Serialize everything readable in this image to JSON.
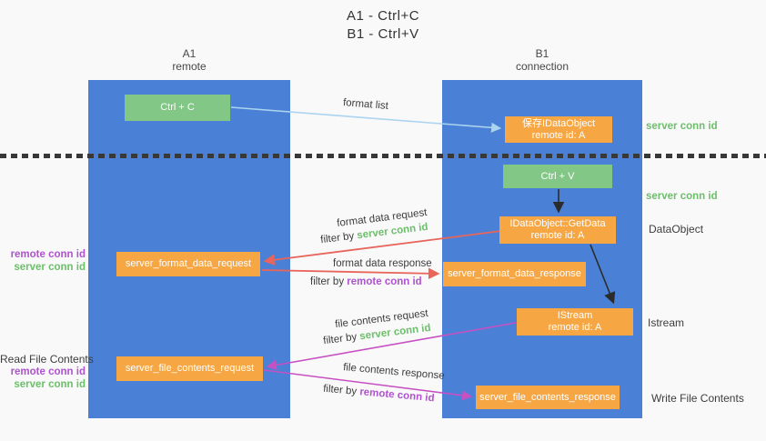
{
  "title": {
    "line1": "A1 - Ctrl+C",
    "line2": "B1 - Ctrl+V"
  },
  "lanes": {
    "left": {
      "name": "A1",
      "role": "remote"
    },
    "right": {
      "name": "B1",
      "role": "connection"
    }
  },
  "nodes": {
    "ctrl_c": {
      "label": "Ctrl + C"
    },
    "ctrl_v": {
      "label": "Ctrl + V"
    },
    "save_idataobject": {
      "line1": "保存IDataObject",
      "line2": "remote id: A"
    },
    "getdata": {
      "line1": "IDataObject::GetData",
      "line2": "remote id: A"
    },
    "istream": {
      "line1": "IStream",
      "line2": "remote id: A"
    },
    "server_format_data_request": {
      "label": "server_format_data_request"
    },
    "server_format_data_response": {
      "label": "server_format_data_response"
    },
    "server_file_contents_request": {
      "label": "server_file_contents_request"
    },
    "server_file_contents_response": {
      "label": "server_file_contents_response"
    }
  },
  "arrow_labels": {
    "format_list": "format list",
    "format_data_request": "format data request",
    "format_data_response": "format data response",
    "file_contents_request": "file contents request",
    "file_contents_response": "file contents response",
    "filter_by": "filter by",
    "server_conn_id": "server conn id",
    "remote_conn_id": "remote conn id"
  },
  "side_labels": {
    "left_top": {
      "remote": "remote conn id",
      "server": "server conn id"
    },
    "left_bottom": {
      "title": "Read File Contents",
      "remote": "remote conn id",
      "server": "server conn id"
    },
    "right": {
      "server_conn_id_top": "server conn id",
      "server_conn_id_mid": "server conn id",
      "dataobject": "DataObject",
      "istream": "Istream",
      "write_file_contents": "Write File Contents"
    }
  },
  "colors": {
    "lane_blue": "#4a80d5",
    "action_green": "#82c785",
    "node_orange": "#f6a643",
    "request_arrow_red": "#e8655c",
    "contents_arrow_magenta": "#c750c3",
    "format_list_arrow_blue": "#aad4ef",
    "server_conn_id_green": "#6cbf6b",
    "remote_conn_id_purple": "#b052cf",
    "divider_dark": "#383838"
  }
}
